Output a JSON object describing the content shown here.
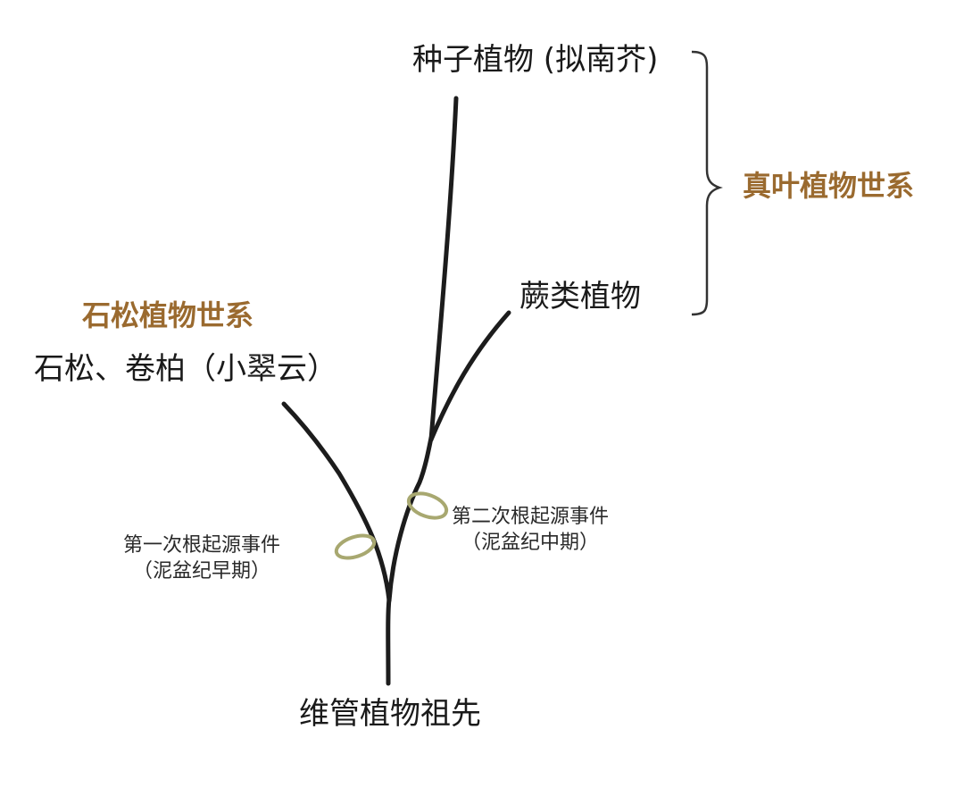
{
  "diagram": {
    "type": "phylogenetic-tree",
    "root": {
      "label": "维管植物祖先"
    },
    "lineages": {
      "lycophytes": {
        "group_label": "石松植物世系",
        "tip_label": "石松、卷柏（小翠云）"
      },
      "euphyllophytes": {
        "group_label": "真叶植物世系",
        "seed_plants_label": "种子植物 (拟南芥)",
        "ferns_label": "蕨类植物"
      }
    },
    "events": [
      {
        "title": "第一次根起源事件",
        "period": "（泥盆纪早期）"
      },
      {
        "title": "第二次根起源事件",
        "period": "（泥盆纪中期）"
      }
    ],
    "colors": {
      "line": "#1c1c1c",
      "group_label": "#9a6a2f",
      "event_ring": "#a8a870",
      "text": "#1a1a1a"
    }
  }
}
